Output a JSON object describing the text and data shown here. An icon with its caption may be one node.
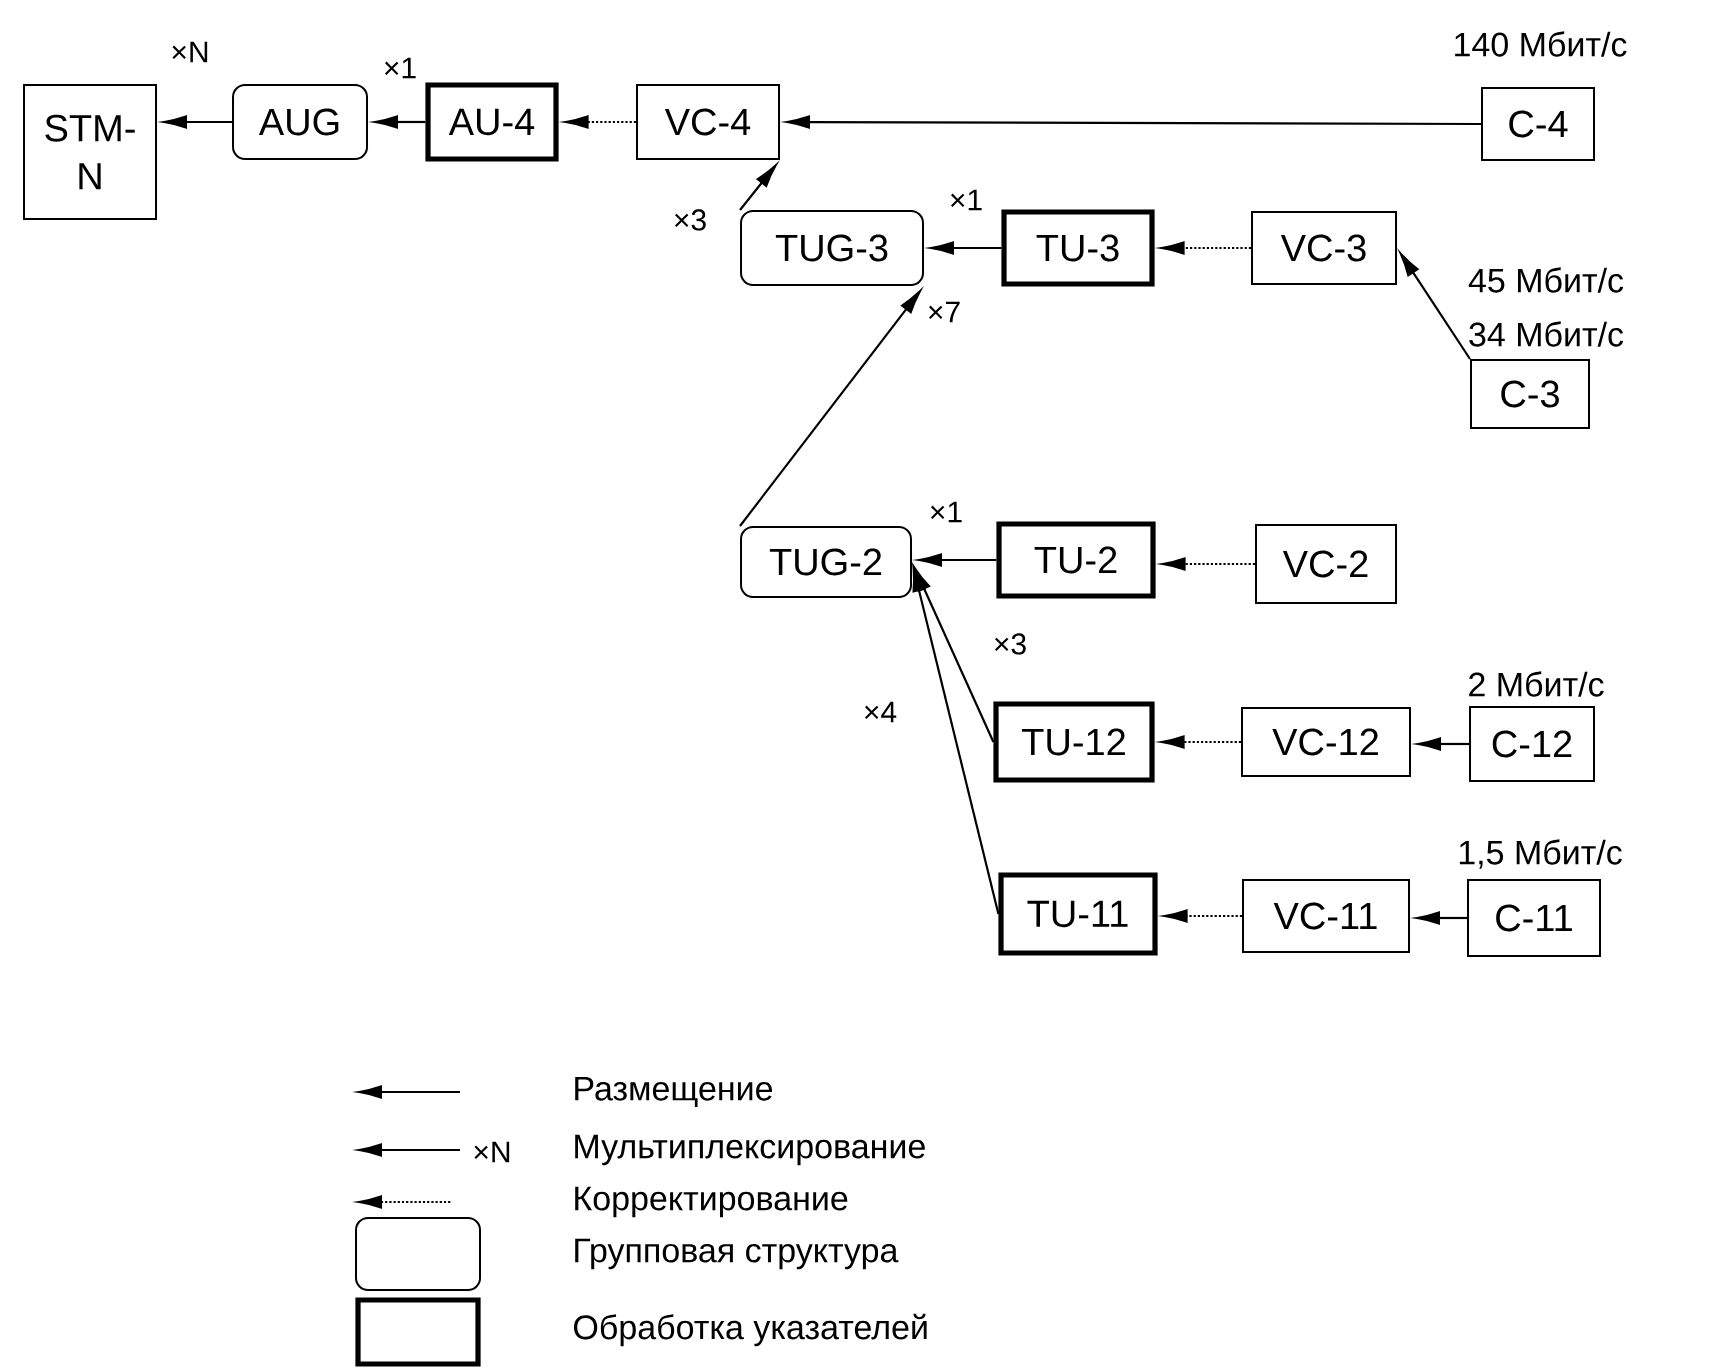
{
  "diagram": {
    "nodes": [
      {
        "text": [
          "STM- N"
        ]
      },
      {
        "text": [
          "AUG"
        ]
      },
      {
        "text": [
          "AU-4"
        ]
      },
      {
        "text": [
          "VC-4"
        ]
      },
      {
        "text": [
          "C-4"
        ],
        "beside": [
          "140 Мбит/с"
        ]
      },
      {
        "text": [
          "TUG-3"
        ]
      },
      {
        "text": [
          "TU-3"
        ]
      },
      {
        "text": [
          "VC-3"
        ]
      },
      {
        "text": [
          "C-3"
        ],
        "beside": [
          "45 Мбит/с",
          "34 Мбит/с"
        ]
      },
      {
        "text": [
          "TUG-2"
        ]
      },
      {
        "text": [
          "TU-2"
        ]
      },
      {
        "text": [
          "VC-2"
        ]
      },
      {
        "text": [
          "TU-12"
        ]
      },
      {
        "text": [
          "VC-12"
        ]
      },
      {
        "text": [
          "C-12"
        ],
        "beside": [
          "2 Мбит/с"
        ]
      },
      {
        "text": [
          "TU-11"
        ]
      },
      {
        "text": [
          "VC-11"
        ]
      },
      {
        "text": [
          "C-11"
        ],
        "beside": [
          "1,5 Мбит/с"
        ]
      }
    ],
    "edges": [
      {
        "from": 1,
        "to": 0,
        "arrow": "to",
        "label": "×N"
      },
      {
        "from": 2,
        "to": 1,
        "arrow": "to",
        "label": "×1"
      },
      {
        "from": 3,
        "to": 2,
        "arrow": "to",
        "style": "dashed"
      },
      {
        "from": 4,
        "to": 3,
        "arrow": "to"
      },
      {
        "from": 5,
        "to": 3,
        "arrow": "to",
        "label": "×3"
      },
      {
        "from": 6,
        "to": 5,
        "arrow": "to",
        "label": "×1"
      },
      {
        "from": 7,
        "to": 6,
        "arrow": "to",
        "style": "dashed"
      },
      {
        "from": 8,
        "to": 7,
        "arrow": "to"
      },
      {
        "from": 9,
        "to": 5,
        "arrow": "to",
        "label": "×7"
      },
      {
        "from": 10,
        "to": 9,
        "arrow": "to",
        "label": "×1"
      },
      {
        "from": 11,
        "to": 10,
        "arrow": "to",
        "style": "dashed"
      },
      {
        "from": 12,
        "to": 9,
        "arrow": "to",
        "label": "×3"
      },
      {
        "from": 13,
        "to": 12,
        "arrow": "to",
        "style": "dashed"
      },
      {
        "from": 14,
        "to": 13,
        "arrow": "to"
      },
      {
        "from": 15,
        "to": 9,
        "arrow": "to",
        "label": "×4"
      },
      {
        "from": 16,
        "to": 15,
        "arrow": "to",
        "style": "dashed"
      },
      {
        "from": 17,
        "to": 16,
        "arrow": "to"
      }
    ],
    "labels": [
      "×N"
    ],
    "legend": [
      {
        "text": "Размещение"
      },
      {
        "text": "Мультиплексирование"
      },
      {
        "text": "Корректирование"
      },
      {
        "text": "Групповая структура"
      },
      {
        "text": "Обработка указателей"
      }
    ]
  }
}
